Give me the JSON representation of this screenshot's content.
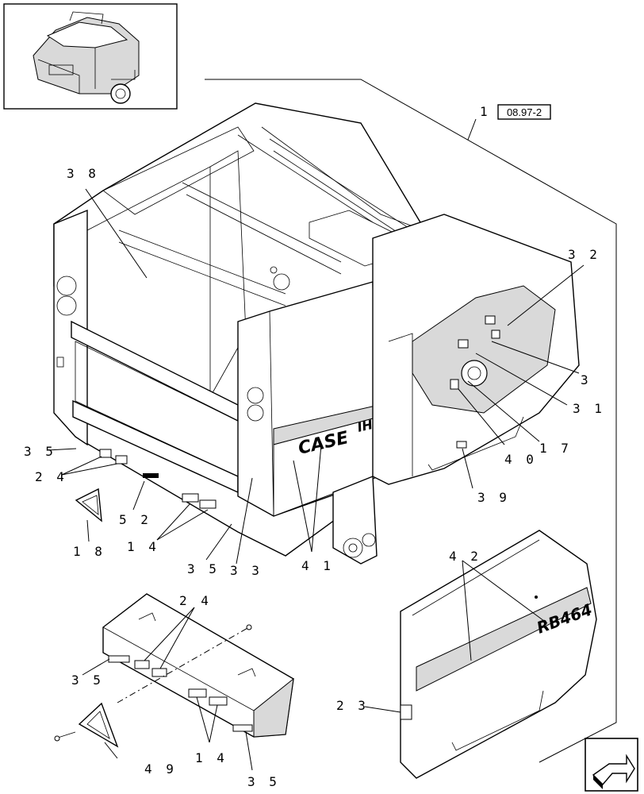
{
  "reference": {
    "index": "1",
    "code": "08.97-2"
  },
  "brand_mark": "CASE",
  "brand_suffix": "IH",
  "model_mark": "RB464",
  "callouts": [
    {
      "id": "c38",
      "label": "3 8"
    },
    {
      "id": "c32",
      "label": "3 2"
    },
    {
      "id": "c3",
      "label": "3"
    },
    {
      "id": "c31",
      "label": "3 1"
    },
    {
      "id": "c17",
      "label": "1 7"
    },
    {
      "id": "c40",
      "label": "4 0"
    },
    {
      "id": "c39",
      "label": "3 9"
    },
    {
      "id": "c35a",
      "label": "3 5"
    },
    {
      "id": "c24a",
      "label": "2 4"
    },
    {
      "id": "c52",
      "label": "5 2"
    },
    {
      "id": "c18",
      "label": "1 8"
    },
    {
      "id": "c14a",
      "label": "1 4"
    },
    {
      "id": "c35b",
      "label": "3 5"
    },
    {
      "id": "c33",
      "label": "3 3"
    },
    {
      "id": "c41",
      "label": "4 1"
    },
    {
      "id": "c42",
      "label": "4 2"
    },
    {
      "id": "c24b",
      "label": "2 4"
    },
    {
      "id": "c35c",
      "label": "3 5"
    },
    {
      "id": "c23",
      "label": "2 3"
    },
    {
      "id": "c49",
      "label": "4 9"
    },
    {
      "id": "c14b",
      "label": "1 4"
    },
    {
      "id": "c35d",
      "label": "3 5"
    }
  ]
}
